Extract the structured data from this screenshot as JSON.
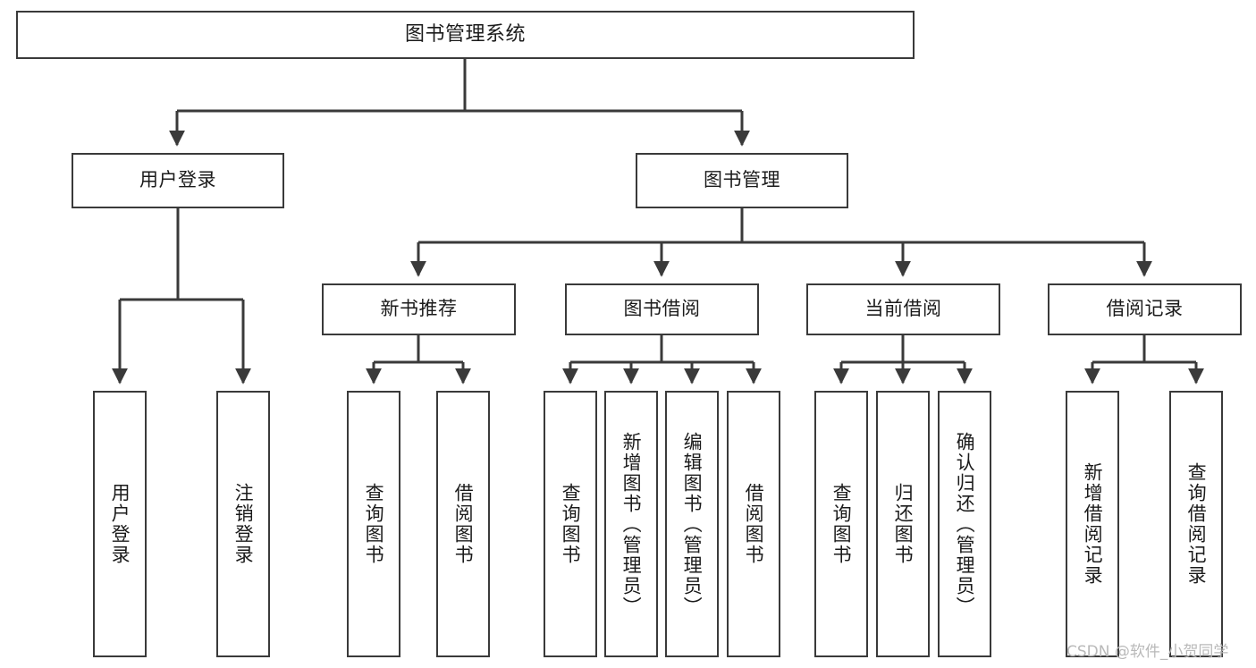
{
  "diagram": {
    "title": "图书管理系统",
    "type": "tree",
    "theme": {
      "background": "#ffffff",
      "box_border": "#3a3a3a",
      "box_fill": "#ffffff",
      "text": "#1b1b1b",
      "edge": "#3a3a3a",
      "watermark": "#b9b9b9"
    },
    "watermark": "CSDN @软件_小贺同学",
    "levels": {
      "root": {
        "label": "图书管理系统"
      },
      "level2": [
        {
          "label": "用户登录"
        },
        {
          "label": "图书管理"
        }
      ],
      "level3": [
        {
          "label": "新书推荐"
        },
        {
          "label": "图书借阅"
        },
        {
          "label": "当前借阅"
        },
        {
          "label": "借阅记录"
        }
      ]
    },
    "nodes": {
      "root": "图书管理系统",
      "user_login": "用户登录",
      "book_manage": "图书管理",
      "new_book_rec": "新书推荐",
      "book_borrow": "图书借阅",
      "current_borrow": "当前借阅",
      "borrow_record": "借阅记录",
      "leaf_user_login": "用户登录",
      "leaf_logout": "注销登录",
      "leaf_query_book_a": "查询图书",
      "leaf_borrow_book_a": "借阅图书",
      "leaf_query_book_b": "查询图书",
      "leaf_add_book": "新增图书（管理员）",
      "leaf_edit_book": "编辑图书（管理员）",
      "leaf_borrow_book_b": "借阅图书",
      "leaf_query_book_c": "查询图书",
      "leaf_return_book": "归还图书",
      "leaf_confirm_return": "确认归还（管理员）",
      "leaf_add_record": "新增借阅记录",
      "leaf_query_record": "查询借阅记录"
    },
    "tree": {
      "name": "图书管理系统",
      "children": [
        {
          "name": "用户登录",
          "children": [
            {
              "name": "用户登录"
            },
            {
              "name": "注销登录"
            }
          ]
        },
        {
          "name": "图书管理",
          "children": [
            {
              "name": "新书推荐",
              "children": [
                {
                  "name": "查询图书"
                },
                {
                  "name": "借阅图书"
                }
              ]
            },
            {
              "name": "图书借阅",
              "children": [
                {
                  "name": "查询图书"
                },
                {
                  "name": "新增图书（管理员）"
                },
                {
                  "name": "编辑图书（管理员）"
                },
                {
                  "name": "借阅图书"
                }
              ]
            },
            {
              "name": "当前借阅",
              "children": [
                {
                  "name": "查询图书"
                },
                {
                  "name": "归还图书"
                },
                {
                  "name": "确认归还（管理员）"
                }
              ]
            },
            {
              "name": "借阅记录",
              "children": [
                {
                  "name": "新增借阅记录"
                },
                {
                  "name": "查询借阅记录"
                }
              ]
            }
          ]
        }
      ]
    }
  }
}
